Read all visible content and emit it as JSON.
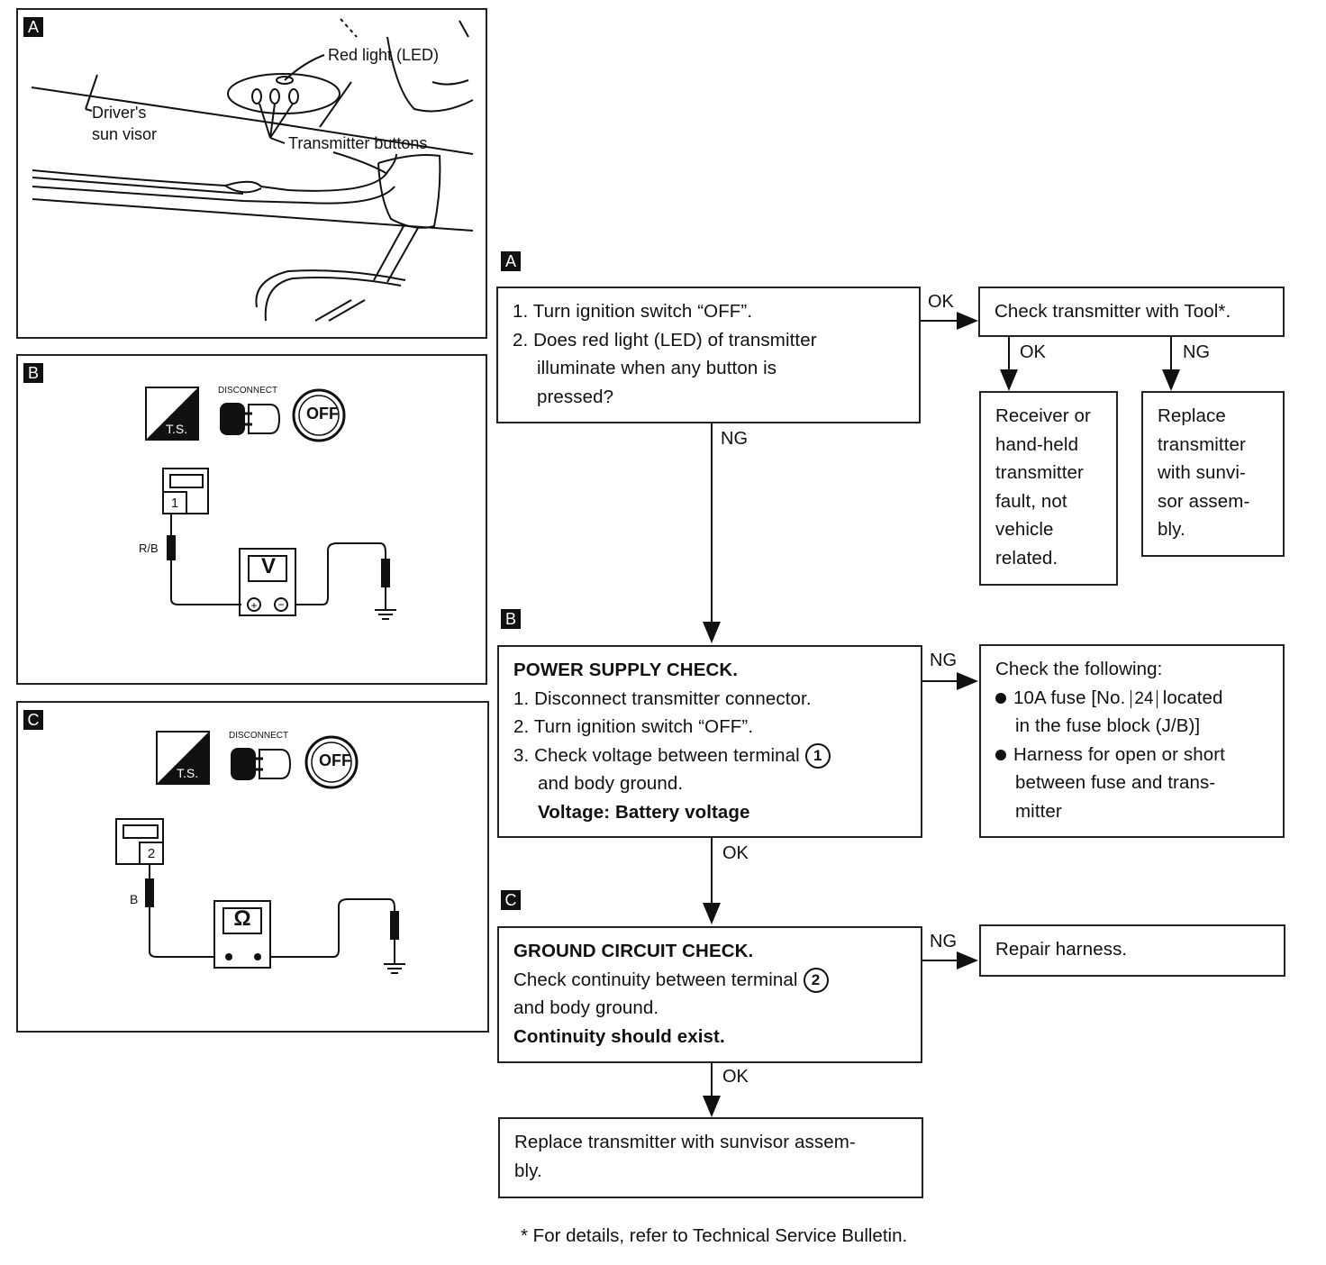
{
  "figures": {
    "a": {
      "tag": "A",
      "red_light_label": "Red light (LED)",
      "visor_label_1": "Driver's",
      "visor_label_2": "sun visor",
      "buttons_label": "Transmitter buttons"
    },
    "b": {
      "tag": "B",
      "ts_label": "T.S.",
      "disconnect_label": "DISCONNECT",
      "off_label": "OFF",
      "terminal": "1",
      "wire_color": "R/B",
      "meter": "V"
    },
    "c": {
      "tag": "C",
      "ts_label": "T.S.",
      "disconnect_label": "DISCONNECT",
      "off_label": "OFF",
      "terminal": "2",
      "wire_color": "B",
      "meter": "Ω"
    }
  },
  "flow": {
    "step_a": {
      "tag": "A",
      "lines": [
        "1. Turn ignition switch “OFF”.",
        "2. Does red light (LED) of transmitter",
        "illuminate when any button is",
        "pressed?"
      ]
    },
    "check_tool": "Check transmitter with Tool*.",
    "receiver_fault": [
      "Receiver or",
      "hand-held",
      "transmitter",
      "fault, not",
      "vehicle",
      "related."
    ],
    "replace_transmitter_1": [
      "Replace",
      "transmitter",
      "with sunvi-",
      "sor assem-",
      "bly."
    ],
    "step_b": {
      "tag": "B",
      "title": "POWER SUPPLY CHECK.",
      "lines": [
        "1. Disconnect transmitter connector.",
        "2. Turn ignition switch “OFF”.",
        "3. Check voltage between terminal",
        "and body ground."
      ],
      "terminal": "1",
      "spec": "Voltage: Battery voltage"
    },
    "check_following": {
      "title": "Check the following:",
      "fuse_pre": "10A fuse [No.",
      "fuse_no": "24",
      "fuse_post": "located",
      "fuse_line2": "in the fuse block (J/B)]",
      "harness_1": "Harness for open or short",
      "harness_2": "between fuse and trans-",
      "harness_3": "mitter"
    },
    "step_c": {
      "tag": "C",
      "title": "GROUND CIRCUIT CHECK.",
      "line1": "Check continuity between terminal",
      "terminal": "2",
      "line2": "and body ground.",
      "spec": "Continuity should exist."
    },
    "repair_harness": "Repair harness.",
    "replace_final": [
      "Replace transmitter with sunvisor assem-",
      "bly."
    ],
    "labels": {
      "ok": "OK",
      "ng": "NG"
    },
    "footnote": "* For details, refer to Technical Service Bulletin."
  }
}
